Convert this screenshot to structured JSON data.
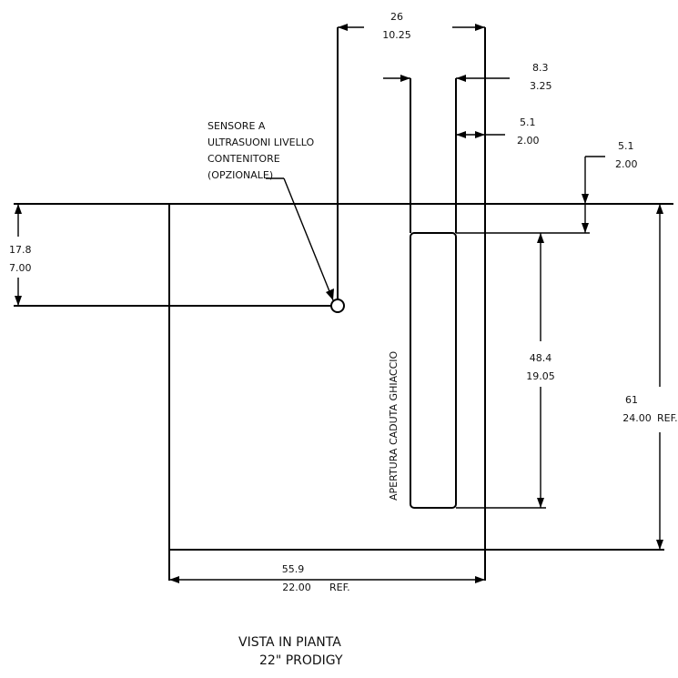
{
  "diagram": {
    "colors": {
      "line": "#000000",
      "text": "#111111",
      "background": "#ffffff"
    },
    "dimensions": {
      "top_width": {
        "metric": "26",
        "imperial": "10.25"
      },
      "slot_offset": {
        "metric": "8.3",
        "imperial": "3.25"
      },
      "slot_gap": {
        "metric": "5.1",
        "imperial": "2.00"
      },
      "right_offset": {
        "metric": "5.1",
        "imperial": "2.00"
      },
      "left_height": {
        "metric": "17.8",
        "imperial": "7.00"
      },
      "opening_length": {
        "metric": "48.4",
        "imperial": "19.05"
      },
      "overall_depth": {
        "metric": "61",
        "imperial": "24.00",
        "note": "REF."
      },
      "overall_width": {
        "metric": "55.9",
        "imperial": "22.00",
        "note": "REF."
      }
    },
    "sensor_label": [
      "SENSORE A",
      "ULTRASUONI LIVELLO",
      "CONTENITORE",
      "(OPZIONALE)"
    ],
    "opening_label": "APERTURA CADUTA GHIACCIO",
    "caption": {
      "line1": "VISTA IN PIANTA",
      "line2": "22\" PRODIGY"
    }
  }
}
